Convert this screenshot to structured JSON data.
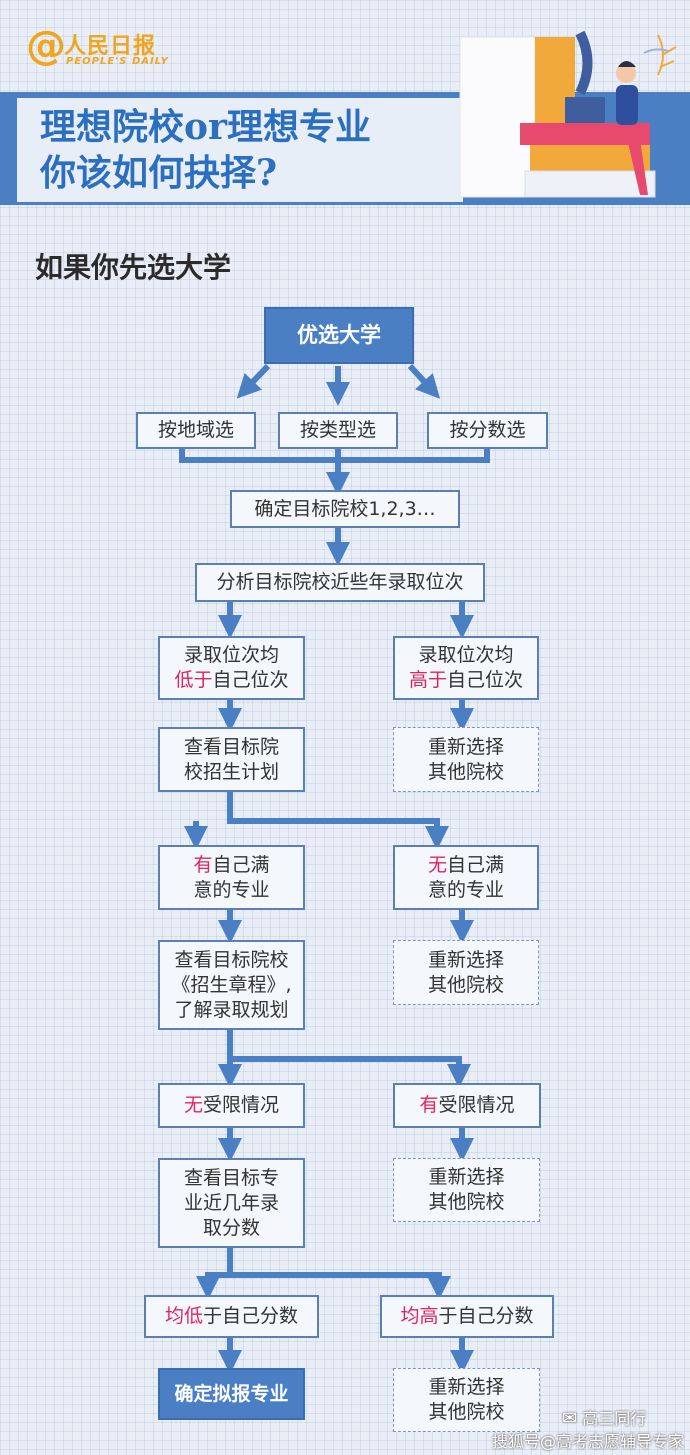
{
  "logo": {
    "symbol": "@",
    "name": "人民日报",
    "english": "PEOPLE'S DAILY"
  },
  "banner": {
    "title_line1": "理想院校or理想专业",
    "title_line2": "你该如何抉择?"
  },
  "section_title": "如果你先选大学",
  "flow": {
    "start": "优选大学",
    "by_region": "按地域选",
    "by_type": "按类型选",
    "by_score": "按分数选",
    "targets": "确定目标院校1,2,3…",
    "analyze": "分析目标院校近些年录取位次",
    "rank_low": {
      "l1": "录取位次均",
      "hl": "低于",
      "rest": "自己位次"
    },
    "rank_high": {
      "l1": "录取位次均",
      "hl": "高于",
      "rest": "自己位次"
    },
    "plan": {
      "l1": "查看目标院",
      "l2": "校招生计划"
    },
    "reselect": {
      "l1": "重新选择",
      "l2": "其他院校"
    },
    "has_major": {
      "hl": "有",
      "rest": "自己满",
      "l2": "意的专业"
    },
    "no_major": {
      "hl": "无",
      "rest": "自己满",
      "l2": "意的专业"
    },
    "charter": {
      "l1": "查看目标院校",
      "l2": "《招生章程》,",
      "l3": "了解录取规划"
    },
    "no_limit": {
      "hl": "无",
      "rest": "受限情况"
    },
    "has_limit": {
      "hl": "有",
      "rest": "受限情况"
    },
    "scores": {
      "l1": "查看目标专",
      "l2": "业近几年录",
      "l3": "取分数"
    },
    "score_low": {
      "hl1": "均",
      "hl2": "低",
      "rest": "于自己分数"
    },
    "score_high": {
      "hl1": "均",
      "hl2": "高",
      "rest": "于自己分数"
    },
    "final": "确定拟报专业"
  },
  "watermark": {
    "wechat": "高三同行",
    "sohu": "搜狐号@高考志愿辅导专家"
  },
  "colors": {
    "accent": "#4a7fc4",
    "highlight": "#e0245e",
    "logo": "#f0a51d",
    "border": "#5b7fb2"
  }
}
